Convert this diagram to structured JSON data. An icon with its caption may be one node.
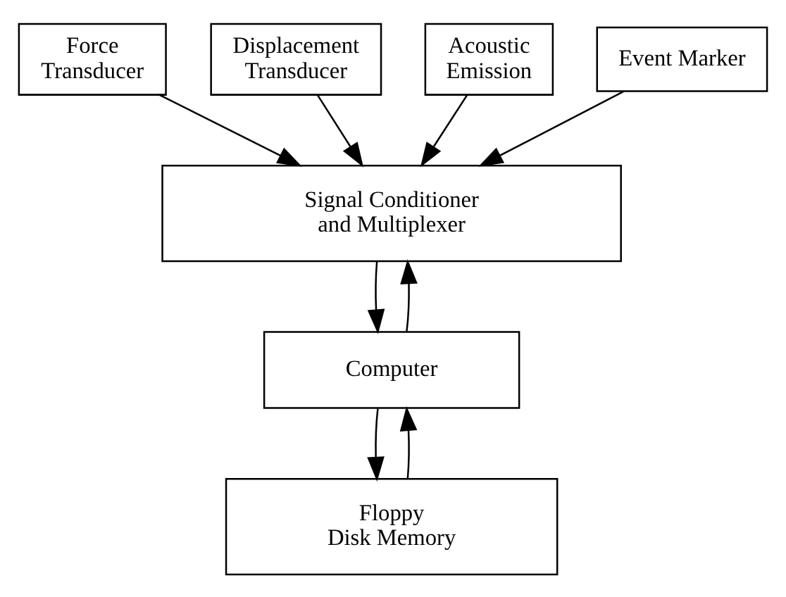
{
  "diagram": {
    "nodes": [
      {
        "text": [
          "Force Transducer"
        ]
      },
      {
        "text": [
          "Displacement Transducer"
        ]
      },
      {
        "text": [
          "Acoustic Emission"
        ]
      },
      {
        "text": [
          "Event Marker"
        ]
      },
      {
        "text": [
          "Signal Conditioner and Multiplexer"
        ]
      },
      {
        "text": [
          "Computer"
        ]
      },
      {
        "text": [
          "Floppy Disk Memory"
        ]
      }
    ],
    "edges": [
      {
        "from": 0,
        "to": 4,
        "arrow": "to"
      },
      {
        "from": 1,
        "to": 4,
        "arrow": "to"
      },
      {
        "from": 2,
        "to": 4,
        "arrow": "to"
      },
      {
        "from": 3,
        "to": 4,
        "arrow": "to"
      },
      {
        "from": 4,
        "to": 5,
        "arrow": "to"
      },
      {
        "from": 5,
        "to": 4,
        "arrow": "to"
      },
      {
        "from": 5,
        "to": 6,
        "arrow": "to"
      },
      {
        "from": 6,
        "to": 5,
        "arrow": "to"
      }
    ]
  }
}
